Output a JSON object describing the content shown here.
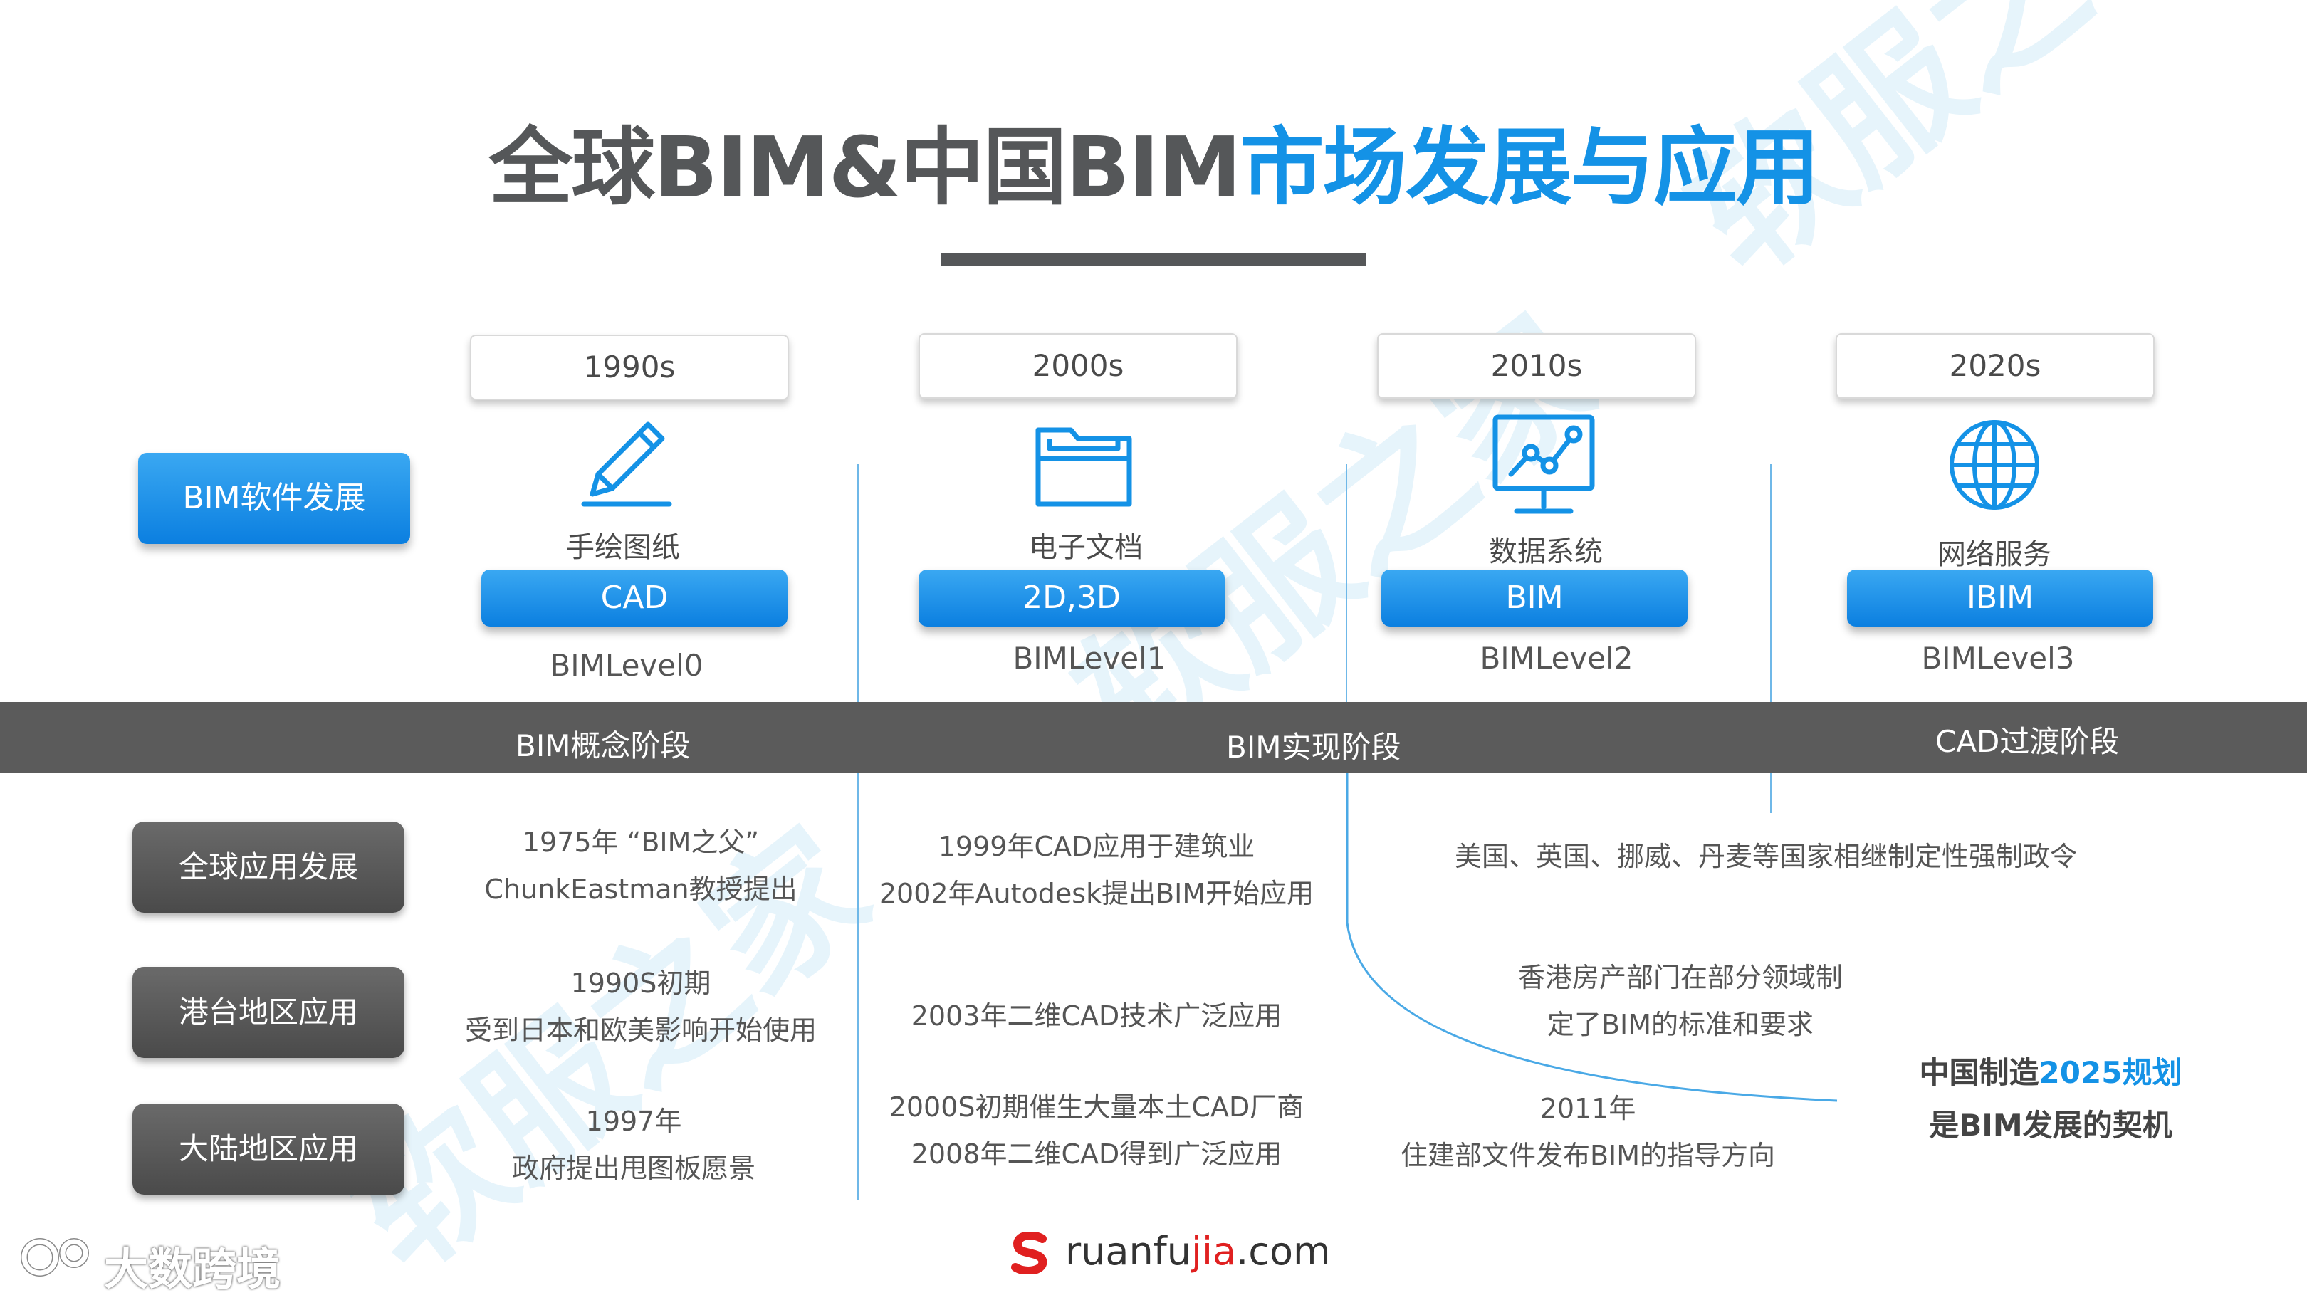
{
  "title": {
    "part1": "全球BIM&中国BIM",
    "part2": "市场发展与应用"
  },
  "watermark": "软服之家",
  "decades": [
    "1990s",
    "2000s",
    "2010s",
    "2020s"
  ],
  "row_labels": {
    "software": "BIM软件发展",
    "global": "全球应用发展",
    "hktw": "港台地区应用",
    "mainland": "大陆地区应用"
  },
  "software": [
    {
      "icon": "pen-icon",
      "label": "手绘图纸",
      "tech": "CAD",
      "level": "BIMLevel0"
    },
    {
      "icon": "folder-icon",
      "label": "电子文档",
      "tech": "2D,3D",
      "level": "BIMLevel1"
    },
    {
      "icon": "chart-monitor-icon",
      "label": "数据系统",
      "tech": "BIM",
      "level": "BIMLevel2"
    },
    {
      "icon": "globe-icon",
      "label": "网络服务",
      "tech": "IBIM",
      "level": "BIMLevel3"
    }
  ],
  "phases": [
    "BIM概念阶段",
    "BIM实现阶段",
    "CAD过渡阶段"
  ],
  "global": {
    "c1": [
      "1975年 “BIM之父”",
      "ChunkEastman教授提出"
    ],
    "c2": [
      "1999年CAD应用于建筑业",
      "2002年Autodesk提出BIM开始应用"
    ],
    "c3": [
      "美国、英国、挪威、丹麦等国家相继制定性强制政令"
    ]
  },
  "hktw": {
    "c1": [
      "1990S初期",
      "受到日本和欧美影响开始使用"
    ],
    "c2": [
      "2003年二维CAD技术广泛应用"
    ],
    "c3": [
      "香港房产部门在部分领域制",
      "定了BIM的标准和要求"
    ]
  },
  "mainland": {
    "c1": [
      "1997年",
      "政府提出甩图板愿景"
    ],
    "c2": [
      "2000S初期催生大量本土CAD厂商",
      "2008年二维CAD得到广泛应用"
    ],
    "c3": [
      "2011年",
      "住建部文件发布BIM的指导方向"
    ]
  },
  "plan": {
    "l1a": "中国制造",
    "l1b": "2025规划",
    "l2": "是BIM发展的契机"
  },
  "footer": {
    "logo_a": "ruanfu",
    "logo_b": "jia",
    "logo_c": ".com",
    "corner": "大数跨境"
  },
  "colors": {
    "blue": "#1492e6",
    "dark": "#555759",
    "band": "#5b5b5b"
  }
}
